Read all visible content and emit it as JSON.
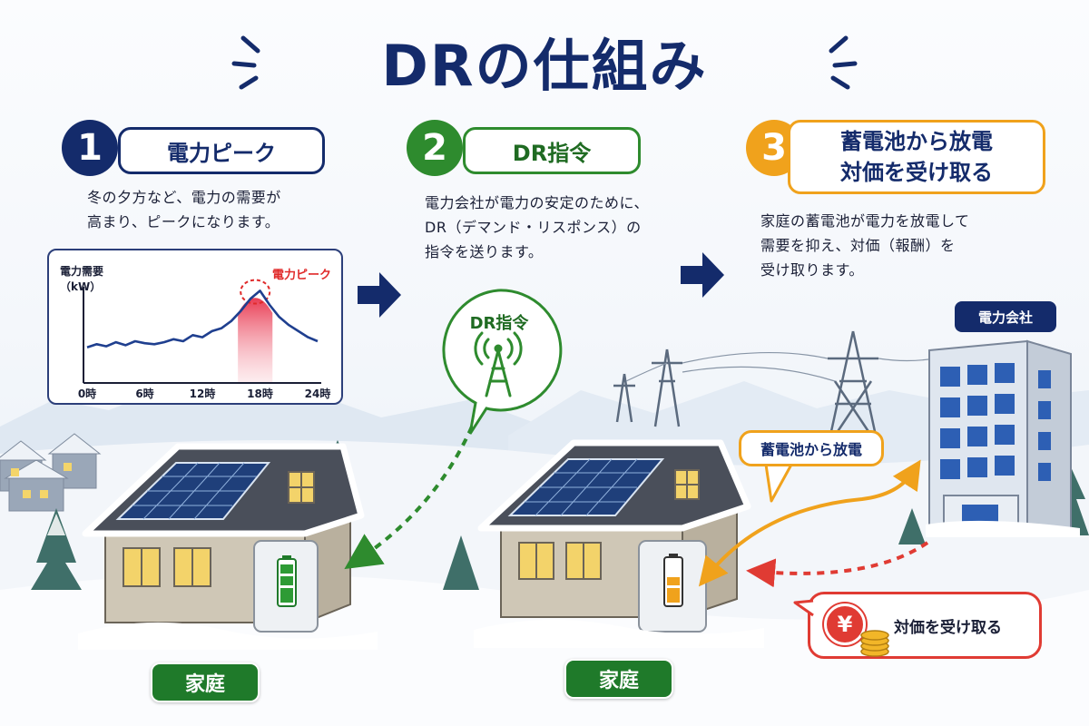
{
  "title": "DRの仕組み",
  "colors": {
    "navy": "#142b6b",
    "green": "#2e8b2e",
    "orange": "#f0a21c",
    "red": "#e03b33"
  },
  "steps": [
    {
      "number": "1",
      "label": "電力ピーク",
      "description_lines": [
        "冬の夕方など、電力の需要が",
        "高まり、ピークになります。"
      ]
    },
    {
      "number": "2",
      "label": "DR指令",
      "description_lines": [
        "電力会社が電力の安定のために、",
        "DR（デマンド・リスポンス）の",
        "指令を送ります。"
      ]
    },
    {
      "number": "3",
      "label_lines": [
        "蓄電池から放電",
        "対価を受け取る"
      ],
      "description_lines": [
        "家庭の蓄電池が電力を放電して",
        "需要を抑え、対価（報酬）を",
        "受け取ります。"
      ]
    }
  ],
  "graph": {
    "ylabel_line1": "電力需要",
    "ylabel_line2": "（kW）",
    "peak_label": "電力ピーク",
    "x_ticks": [
      "0時",
      "6時",
      "12時",
      "18時",
      "24時"
    ]
  },
  "chart_data": {
    "type": "line",
    "x": [
      0,
      1,
      2,
      3,
      4,
      5,
      6,
      7,
      8,
      9,
      10,
      11,
      12,
      13,
      14,
      15,
      16,
      17,
      18,
      19,
      20,
      21,
      22,
      23,
      24
    ],
    "values": [
      3.0,
      3.3,
      3.1,
      3.5,
      3.2,
      3.6,
      3.4,
      3.3,
      3.5,
      3.8,
      3.6,
      4.2,
      4.0,
      4.6,
      4.9,
      5.6,
      6.6,
      7.8,
      8.6,
      7.2,
      6.0,
      5.2,
      4.6,
      4.0,
      3.6
    ],
    "peak_x": 17.5,
    "xlabel": "",
    "ylabel": "電力需要（kW）"
  },
  "signal_bubble": {
    "label": "DR指令"
  },
  "houses": [
    {
      "label": "家庭"
    },
    {
      "label": "家庭"
    }
  ],
  "company": {
    "label": "電力会社"
  },
  "discharge_bubble": {
    "label": "蓄電池から放電"
  },
  "reward_bubble": {
    "label": "対価を受け取る",
    "coin_symbol": "¥"
  }
}
